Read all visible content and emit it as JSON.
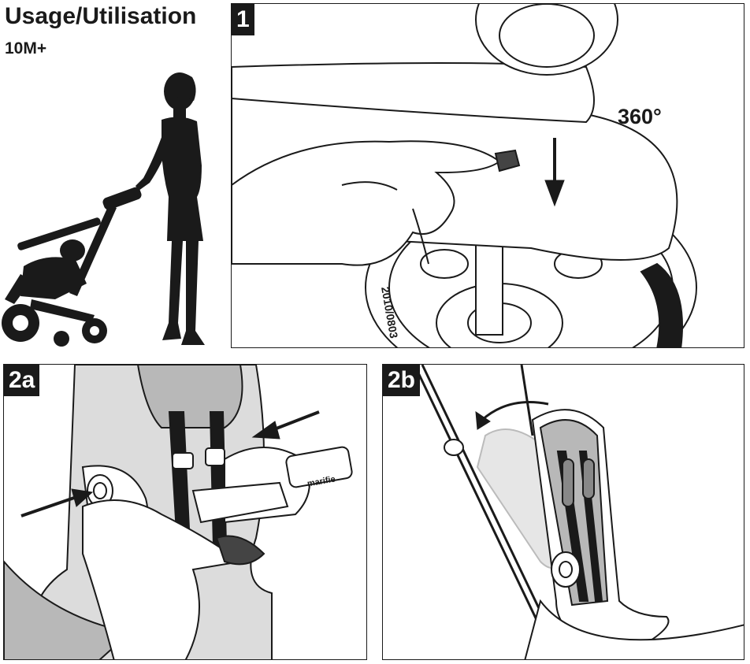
{
  "header": {
    "title": "Usage/Utilisation",
    "age": "10M+"
  },
  "steps": [
    {
      "badge": "1",
      "rotation_label": "360°"
    },
    {
      "badge": "2a"
    },
    {
      "badge": "2b"
    }
  ],
  "colors": {
    "ink": "#1a1a1a",
    "shade": "#b8b8b8",
    "light_shade": "#dcdcdc"
  }
}
